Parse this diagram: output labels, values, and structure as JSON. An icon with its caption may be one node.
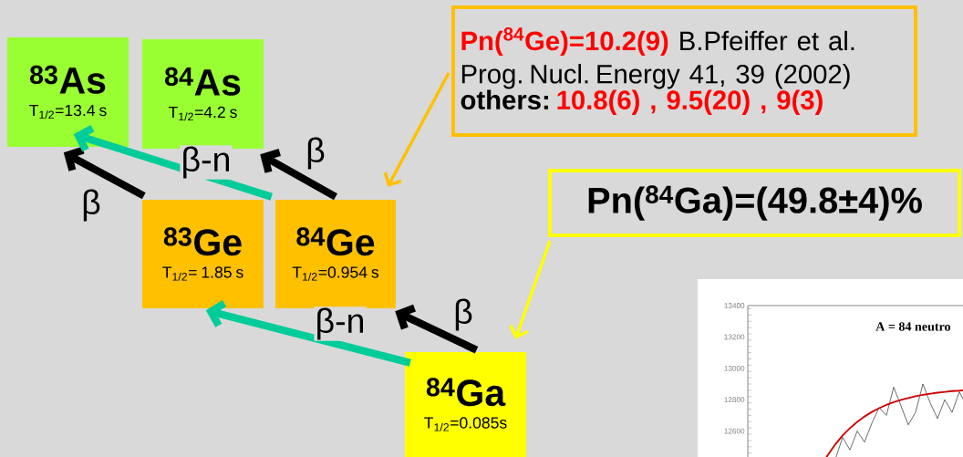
{
  "diagram": {
    "nodes": [
      {
        "text": [
          "$^{83}$As",
          "T$_{1/2}$=13.4 s"
        ]
      },
      {
        "text": [
          "$^{84}$As",
          "T$_{1/2}$=4.2 s"
        ]
      },
      {
        "text": [
          "$^{83}$Ge",
          "T$_{1/2}$= 1.85 s"
        ]
      },
      {
        "text": [
          "$^{84}$Ge",
          "T$_{1/2}$=0.954 s"
        ]
      },
      {
        "text": [
          "$^{84}$Ga",
          "T$_{1/2}$=0.085s"
        ]
      },
      {
        "text": [
          "Pn($^{84}$Ge)=10.2(9)",
          "B.Pfeiffer et al. Prog. Nucl. Energy 41, 39 (2002)",
          "others:",
          "10.8(6) , 9.5(20) , 9(3)"
        ]
      },
      {
        "text": [
          "Pn($^{84}$Ga)=(49.8±4)%"
        ]
      }
    ],
    "edges": [
      {
        "from": 2,
        "to": 0,
        "arrow": "to",
        "label": "β"
      },
      {
        "from": 3,
        "to": 0,
        "arrow": "to",
        "label": "β-n",
        "color": "#00cc99"
      },
      {
        "from": 3,
        "to": 1,
        "arrow": "to",
        "label": "β"
      },
      {
        "from": 4,
        "to": 2,
        "arrow": "to",
        "label": "β-n",
        "color": "#00cc99"
      },
      {
        "from": 4,
        "to": 3,
        "arrow": "to",
        "label": "β"
      },
      {
        "from": 5,
        "to": 3,
        "arrow": "to",
        "color": "#ffc000"
      },
      {
        "from": 6,
        "to": 4,
        "arrow": "to",
        "color": "#ffff00"
      }
    ],
    "labels": [
      "13400",
      "A = 84 neutro",
      "13200",
      "13000",
      "12800",
      "12600"
    ]
  }
}
